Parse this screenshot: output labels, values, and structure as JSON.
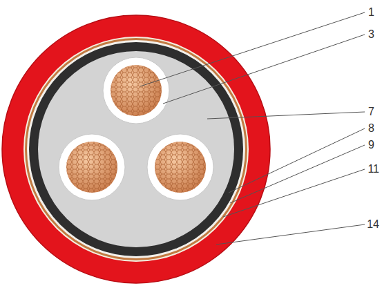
{
  "diagram": {
    "labels": [
      "1",
      "3",
      "7",
      "8",
      "9",
      "11",
      "14"
    ]
  }
}
